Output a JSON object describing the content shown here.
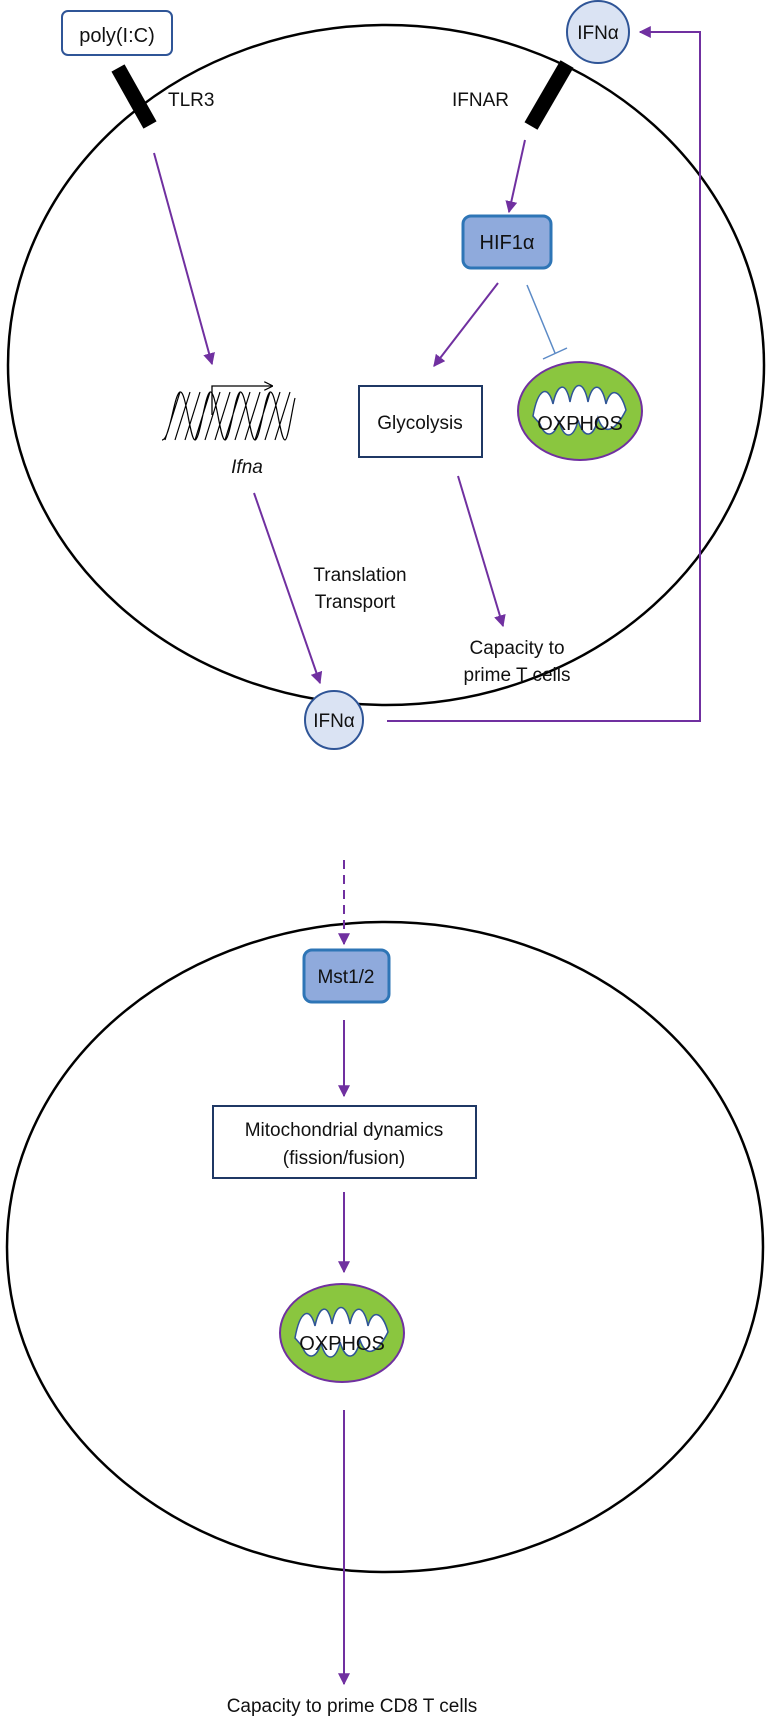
{
  "colors": {
    "arrow": "#7030a0",
    "inhibit": "#5b8ac6",
    "node_fill": "#8faadc",
    "node_stroke": "#2e75b6",
    "ifn_fill": "#dae3f3",
    "ifn_stroke": "#2f5597",
    "mito_fill": "#8ac63f",
    "mito_stroke": "#7030a0",
    "box_stroke": "#1f3864",
    "cell_stroke": "#000000",
    "receptor": "#000000"
  },
  "top_cell": {
    "ligand": "poly(I:C)",
    "receptor_left": "TLR3",
    "receptor_right": "IFNAR",
    "ifn_top": "IFNα",
    "hif": "HIF1α",
    "glycolysis": "Glycolysis",
    "oxphos": "OXPHOS",
    "gene": "Ifna",
    "translation_line1": "Translation",
    "translation_line2": "Transport",
    "capacity_line1": "Capacity to",
    "capacity_line2": "prime T cells",
    "ifn_bottom": "IFNα"
  },
  "bottom_cell": {
    "mst": "Mst1/2",
    "mito_dynamics_line1": "Mitochondrial dynamics",
    "mito_dynamics_line2": "(fission/fusion)",
    "oxphos": "OXPHOS",
    "capacity": "Capacity to prime CD8 T cells"
  }
}
